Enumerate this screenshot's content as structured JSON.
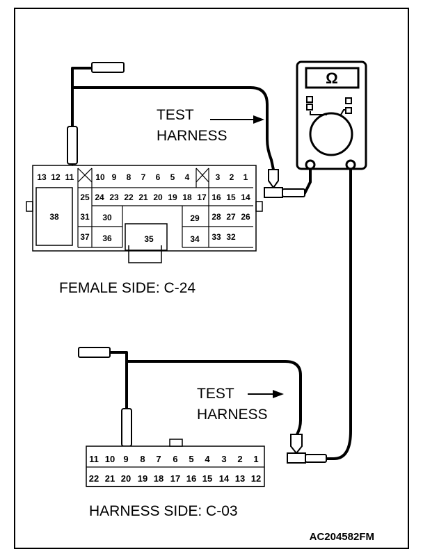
{
  "diagram": {
    "meter_symbol": "Ω",
    "test_harness_top_line1": "TEST",
    "test_harness_top_line2": "HARNESS",
    "test_harness_bottom_line1": "TEST",
    "test_harness_bottom_line2": "HARNESS",
    "female_caption": "FEMALE SIDE: C-24",
    "harness_caption": "HARNESS SIDE: C-03",
    "figure_code": "AC204582FM"
  },
  "c24_pins": {
    "r1": [
      "13",
      "12",
      "11",
      "10",
      "9",
      "8",
      "7",
      "6",
      "5",
      "4",
      "3",
      "2",
      "1"
    ],
    "r2": [
      "25",
      "24",
      "23",
      "22",
      "21",
      "20",
      "19",
      "18",
      "17",
      "16",
      "15",
      "14"
    ],
    "r3": [
      "31",
      "30",
      "29",
      "28",
      "27",
      "26"
    ],
    "r4": [
      "37",
      "36",
      "35",
      "34",
      "33",
      "32"
    ],
    "p38": "38"
  },
  "c03_pins": {
    "top": [
      "11",
      "10",
      "9",
      "8",
      "7",
      "6",
      "5",
      "4",
      "3",
      "2",
      "1"
    ],
    "bottom": [
      "22",
      "21",
      "20",
      "19",
      "18",
      "17",
      "16",
      "15",
      "14",
      "13",
      "12"
    ]
  },
  "colors": {
    "line": "#000000",
    "background": "#ffffff"
  }
}
